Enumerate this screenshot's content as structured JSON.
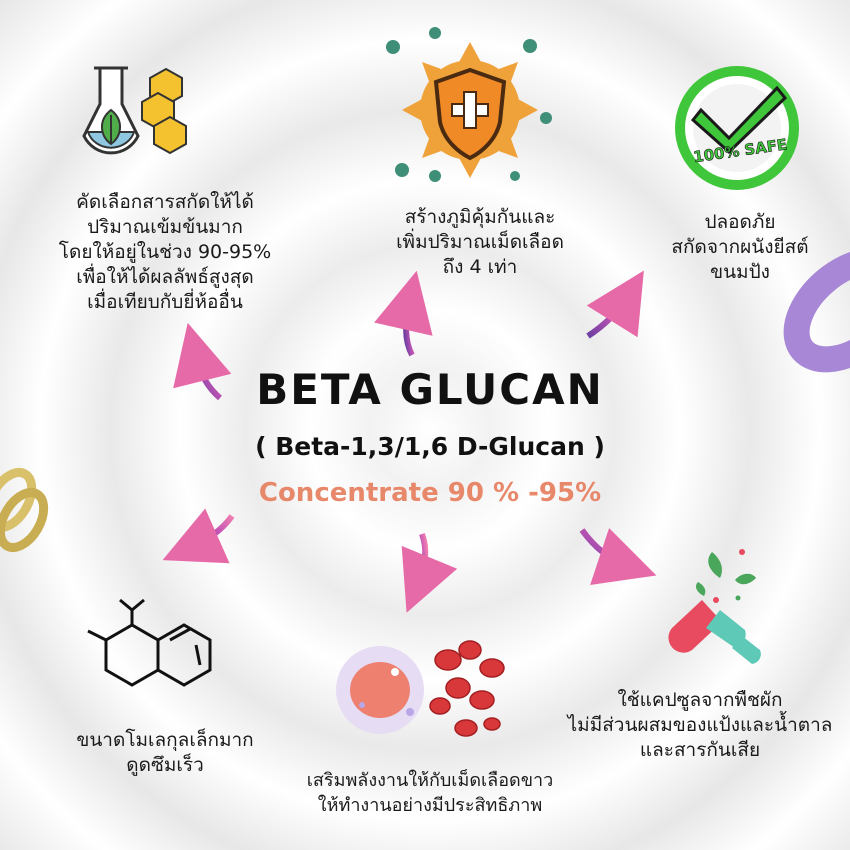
{
  "center": {
    "title": "BETA GLUCAN",
    "subtitle": "( Beta-1,3/1,6 D-Glucan )",
    "concentrate": "Concentrate 90 % -95%"
  },
  "features": [
    {
      "lines": [
        "คัดเลือกสารสกัดให้ได้",
        "ปริมาณเข้มข้นมาก",
        "โดยให้อยู่ในช่วง 90-95%",
        "เพื่อให้ได้ผลลัพธ์สูงสุด",
        "เมื่อเทียบกับยี่ห้ออื่น"
      ],
      "icon": "lab-flask-leaf-icon"
    },
    {
      "lines": [
        "สร้างภูมิคุ้มกันและ",
        "เพิ่มปริมาณเม็ดเลือด",
        "ถึง 4 เท่า"
      ],
      "icon": "immune-shield-icon"
    },
    {
      "lines": [
        "ปลอดภัย",
        "สกัดจากผนังยีสต์",
        "ขนมปัง"
      ],
      "icon": "safe-check-badge-icon",
      "badge_text": "100% SAFE"
    },
    {
      "lines": [
        "ขนาดโมเลกุลเล็กมาก",
        "ดูดซึมเร็ว"
      ],
      "icon": "molecule-structure-icon"
    },
    {
      "lines": [
        "เสริมพลังงานให้กับเม็ดเลือดขาว",
        "ให้ทำงานอย่างมีประสิทธิภาพ"
      ],
      "icon": "blood-cells-icon"
    },
    {
      "lines": [
        "ใช้แคปซูลจากพืชผัก",
        "ไม่มีส่วนผสมของแป้งและน้ำตาล",
        "และสารกันเสีย"
      ],
      "icon": "vegetable-capsule-icon"
    }
  ],
  "colors": {
    "concentrate": "#e8886a",
    "arrow": "#b94fb8",
    "shield": "#f0a23a",
    "safe_green": "#3fc63a",
    "capsule_red": "#e84a5f",
    "capsule_teal": "#5fc9b8"
  }
}
